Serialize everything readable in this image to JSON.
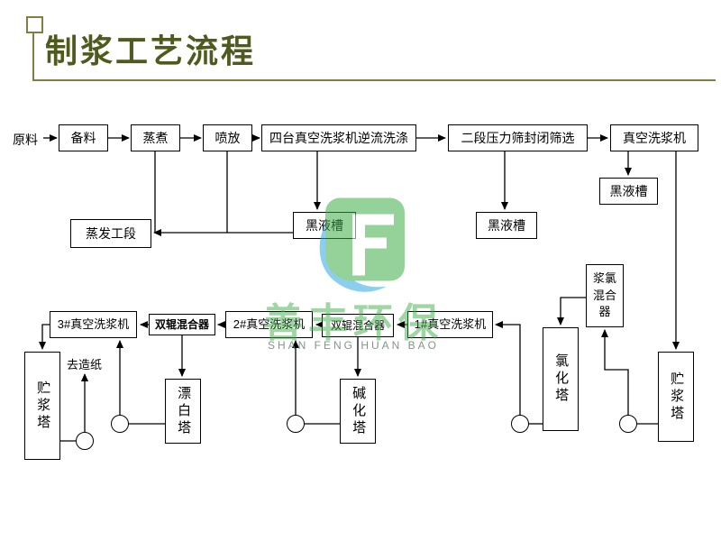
{
  "slide": {
    "title": "制浆工艺流程",
    "accent_color": "#7f7f3f",
    "title_color": "#4f5b1e"
  },
  "watermark": {
    "cn": "善丰环保",
    "en": "SHAN FENG HUAN BAO",
    "green": "#3fae49",
    "blue": "#2ea7df"
  },
  "nodes": {
    "raw_material": "原料",
    "prep": "备料",
    "cook": "蒸煮",
    "blow": "喷放",
    "four_wash": "四台真空洗浆机逆流洗涤",
    "screen": "二段压力筛封闭筛选",
    "vac_wash": "真空洗浆机",
    "bl_tank_right": "黑液槽",
    "bl_tank_mid": "黑液槽",
    "bl_tank_center": "黑液槽",
    "evaporation": "蒸发工段",
    "washer3": "3#真空洗浆机",
    "roll_mixer_a": "双辊混合器",
    "washer2": "2#真空洗浆机",
    "roll_mixer_b": "双辊混合器",
    "washer1": "1#真空洗浆机",
    "pulp_cl_mixer": "浆氯混合器",
    "cl_tower": "氯化塔",
    "storage_right": "贮浆塔",
    "storage_left": "贮浆塔",
    "bleach_tower": "漂白塔",
    "alkali_tower": "碱化塔",
    "to_paper": "去造纸"
  }
}
